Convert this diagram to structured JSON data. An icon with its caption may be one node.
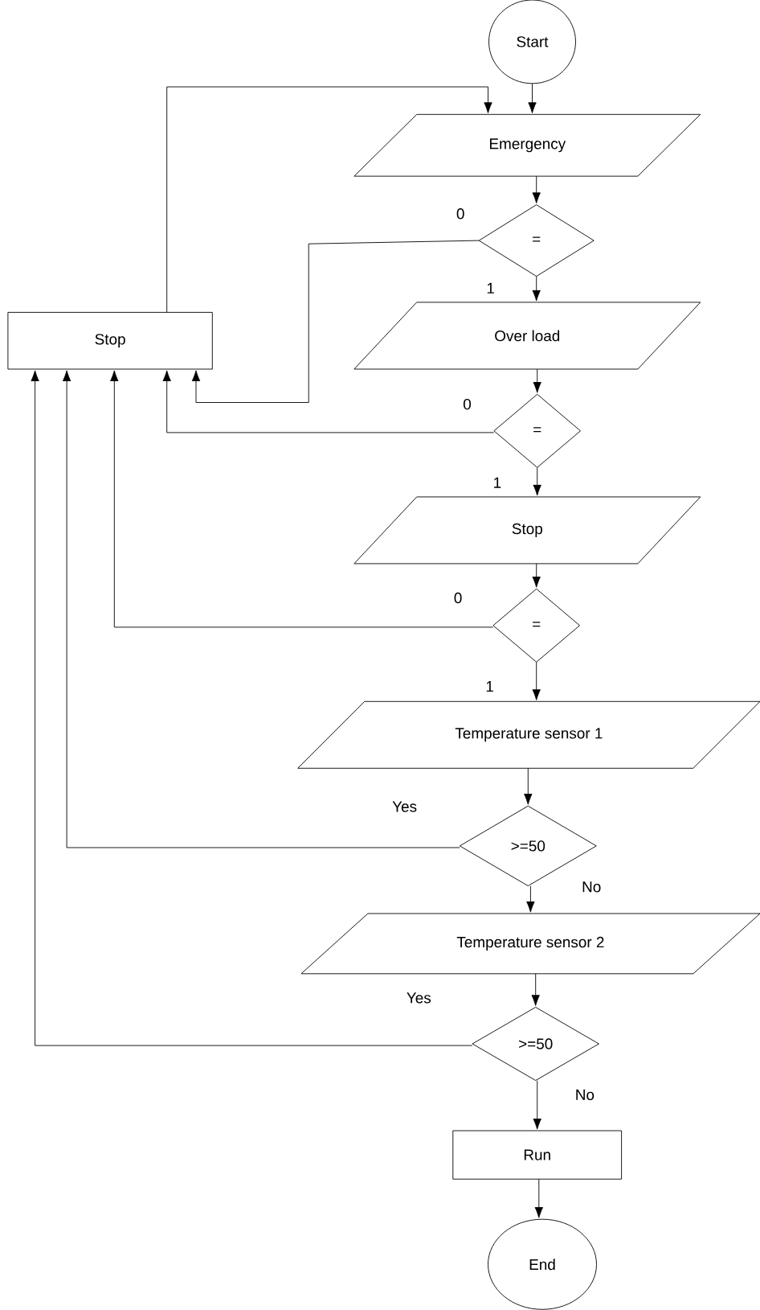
{
  "diagram": {
    "nodes": [
      {
        "text": [
          "Start"
        ]
      },
      {
        "text": [
          "Emergency"
        ]
      },
      {
        "text": [
          "="
        ]
      },
      {
        "text": [
          "Stop"
        ]
      },
      {
        "text": [
          "Over load"
        ]
      },
      {
        "text": [
          "="
        ]
      },
      {
        "text": [
          "Stop"
        ]
      },
      {
        "text": [
          "="
        ]
      },
      {
        "text": [
          "Temperature sensor 1"
        ]
      },
      {
        "text": [
          ">=50"
        ]
      },
      {
        "text": [
          "Temperature sensor 2"
        ]
      },
      {
        "text": [
          ">=50"
        ]
      },
      {
        "text": [
          "Run"
        ]
      },
      {
        "text": [
          "End"
        ]
      }
    ],
    "edges": [
      {
        "from": 0,
        "to": 1,
        "arrow": "to"
      },
      {
        "from": 3,
        "to": 1,
        "arrow": "to"
      },
      {
        "from": 1,
        "to": 2,
        "arrow": "to"
      },
      {
        "from": 2,
        "to": 3,
        "arrow": "to",
        "label": "0"
      },
      {
        "from": 2,
        "to": 4,
        "arrow": "to",
        "label": "1"
      },
      {
        "from": 4,
        "to": 5,
        "arrow": "to"
      },
      {
        "from": 5,
        "to": 3,
        "arrow": "to",
        "label": "0"
      },
      {
        "from": 5,
        "to": 6,
        "arrow": "to",
        "label": "1"
      },
      {
        "from": 6,
        "to": 7,
        "arrow": "to"
      },
      {
        "from": 7,
        "to": 3,
        "arrow": "to",
        "label": "0"
      },
      {
        "from": 7,
        "to": 8,
        "arrow": "to",
        "label": "1"
      },
      {
        "from": 8,
        "to": 9,
        "arrow": "to"
      },
      {
        "from": 9,
        "to": 3,
        "arrow": "to",
        "label": "Yes"
      },
      {
        "from": 9,
        "to": 10,
        "arrow": "to",
        "label": "No"
      },
      {
        "from": 10,
        "to": 11,
        "arrow": "to"
      },
      {
        "from": 11,
        "to": 3,
        "arrow": "to",
        "label": "Yes"
      },
      {
        "from": 11,
        "to": 12,
        "arrow": "to",
        "label": "No"
      },
      {
        "from": 12,
        "to": 13,
        "arrow": "to"
      }
    ]
  }
}
